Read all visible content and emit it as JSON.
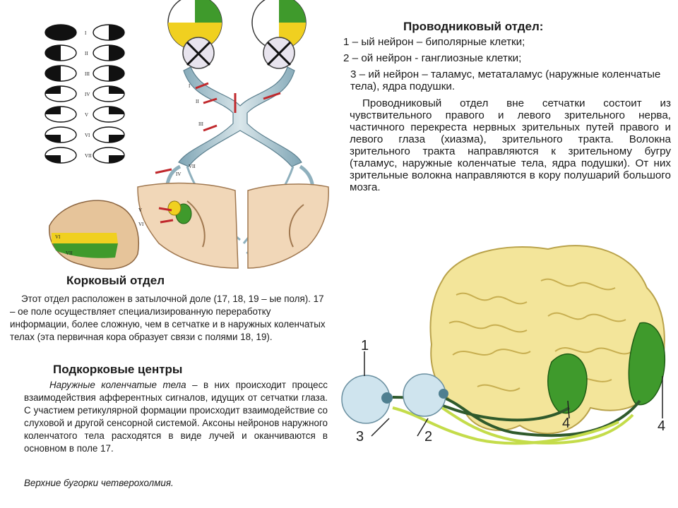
{
  "conductive": {
    "title": "Проводниковый отдел:",
    "lines": [
      "1 – ый  нейрон – биполярные клетки;",
      "2 – ой  нейрон -  ганглиозные клетки;",
      "3 – ий  нейрон – таламус, метаталамус (наружные коленчатые тела), ядра подушки.",
      "Проводниковый отдел   вне сетчатки состоит из чувствительного правого и левого зрительного нерва, частичного перекреста нервных зрительных путей правого и левого глаза (хиазма), зрительного тракта. Волокна зрительного тракта направляются к зрительному        бугру        (таламус,           наружные коленчатые    тела,    ядра    подушки).    От    них зрительные     волокна    направляются    в    кору полушарий большого мозга."
    ]
  },
  "cortical": {
    "title": "Корковый отдел",
    "text": "Этот отдел расположен в затылочной доле (17, 18, 19 – ые поля).  17 – ое поле осуществляет специализированную переработку информации, более сложную, чем в сетчатке и в наружных коленчатых телах (эта первичная кора образует связи с полями 18, 19)."
  },
  "subcortical": {
    "title": "Подкорковые центры",
    "text_term": "Наружные коленчатые тела",
    "text": " – в них происходит процесс взаимодействия афферентных сигналов, идущих от сетчатки глаза. С участием ретикулярной формации происходит    взаимодействие со слуховой и другой сенсорной системой.          Аксоны нейронов наружного коленчатого тела расходятся в виде лучей и оканчиваются в основном в поле 17.",
    "footer": "Верхние бугорки четверохолмия."
  },
  "figure_left": {
    "roman_labels": [
      "I",
      "II",
      "III",
      "IV",
      "V",
      "VI",
      "VII"
    ],
    "path_labels": [
      "I",
      "II",
      "III",
      "IV",
      "V",
      "VI",
      "VII"
    ],
    "cortex_labels": [
      "VI",
      "VII"
    ]
  },
  "figure_right": {
    "labels": [
      "1",
      "2",
      "3",
      "4",
      "4"
    ]
  },
  "colors": {
    "green": "#3f9a2c",
    "yellow": "#f0d020",
    "brain": "#f3e59a",
    "pathway": "#9fbcc8",
    "cut_mark": "#c0282c"
  }
}
